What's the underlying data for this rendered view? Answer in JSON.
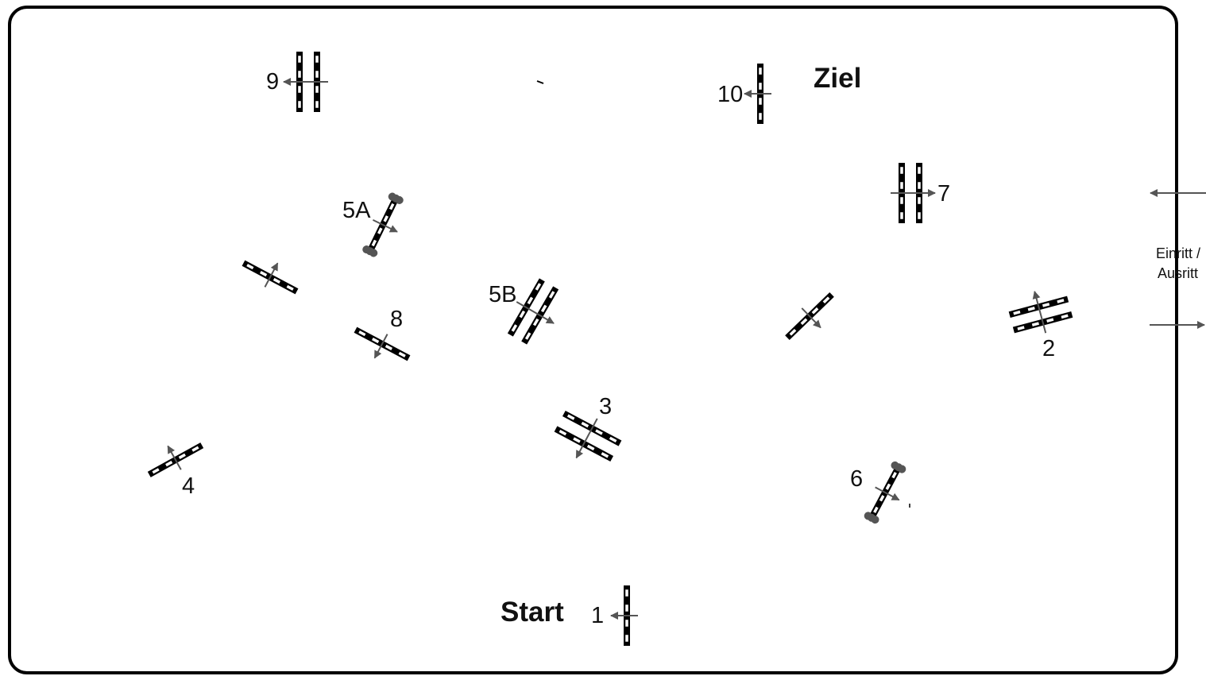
{
  "labels": {
    "start": "Start",
    "finish": "Ziel",
    "entry_line1": "Einritt /",
    "entry_line2": "Ausritt"
  },
  "obstacles": [
    {
      "id": "1",
      "label": "1",
      "kind": "vertical",
      "bars": 1
    },
    {
      "id": "2",
      "label": "2",
      "kind": "oxer",
      "bars": 2
    },
    {
      "id": "3",
      "label": "3",
      "kind": "oxer",
      "bars": 2
    },
    {
      "id": "4",
      "label": "4",
      "kind": "vertical",
      "bars": 1
    },
    {
      "id": "5A",
      "label": "5A",
      "kind": "wall-flowers",
      "bars": 1
    },
    {
      "id": "5B",
      "label": "5B",
      "kind": "oxer",
      "bars": 2
    },
    {
      "id": "6",
      "label": "6",
      "kind": "wall-flowers",
      "bars": 1
    },
    {
      "id": "7",
      "label": "7",
      "kind": "oxer",
      "bars": 2
    },
    {
      "id": "8",
      "label": "8",
      "kind": "vertical",
      "bars": 1
    },
    {
      "id": "9",
      "label": "9",
      "kind": "oxer",
      "bars": 2
    },
    {
      "id": "10",
      "label": "10",
      "kind": "vertical",
      "bars": 1
    },
    {
      "id": "u1",
      "label": "",
      "kind": "vertical",
      "bars": 1
    },
    {
      "id": "u2",
      "label": "",
      "kind": "vertical",
      "bars": 1
    }
  ],
  "colors": {
    "pole": "#000000",
    "stripe": "#ffffff",
    "arrow": "#555555",
    "flowers": "#555555",
    "border": "#000000"
  }
}
